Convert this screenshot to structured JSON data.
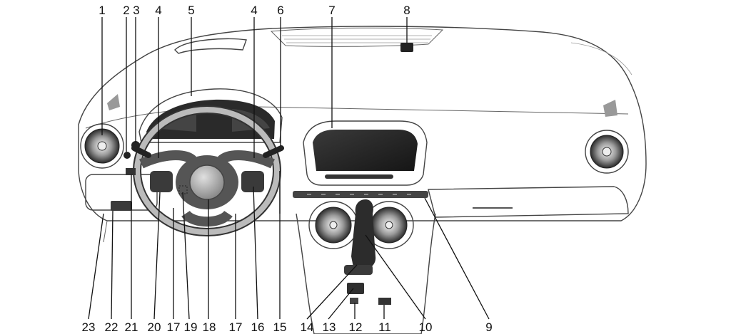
{
  "callouts_top": [
    "1",
    "2",
    "3",
    "4",
    "5",
    "4",
    "6",
    "7",
    "8"
  ],
  "callouts_bottom": [
    "23",
    "22",
    "21",
    "20",
    "17",
    "19",
    "18",
    "17",
    "16",
    "15",
    "14",
    "13",
    "12",
    "11",
    "10",
    "9"
  ]
}
